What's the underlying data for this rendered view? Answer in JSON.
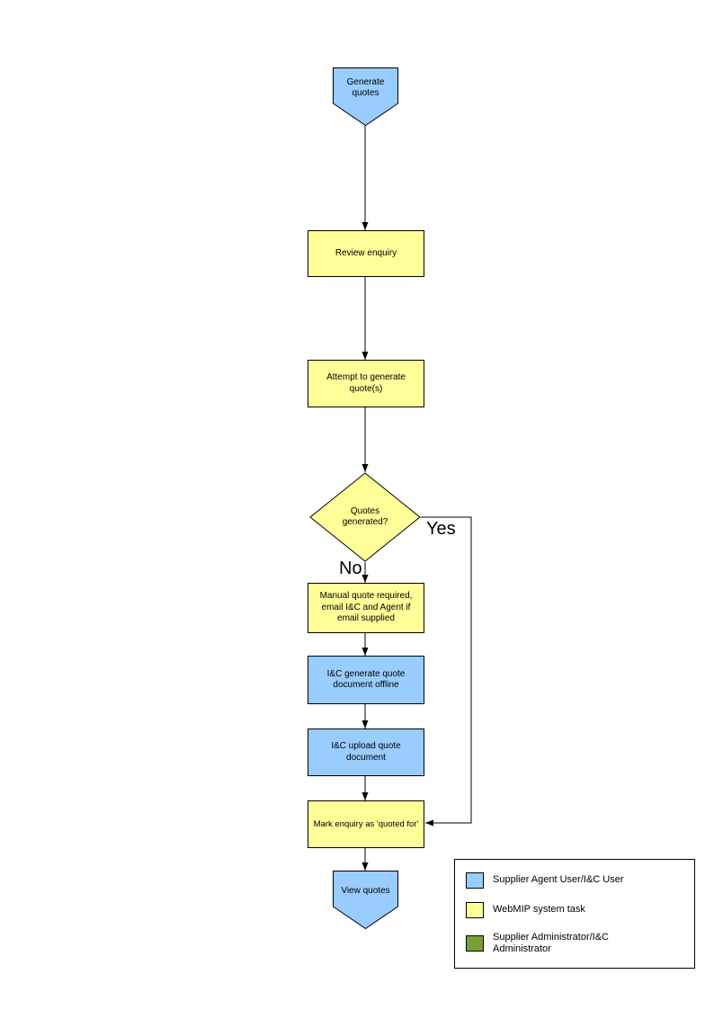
{
  "colors": {
    "user_task": "#99CCFF",
    "system_task": "#FFFF99",
    "admin_task": "#77A033",
    "line": "#000000"
  },
  "nodes": {
    "start": {
      "label": "Generate quotes"
    },
    "review": {
      "label": "Review enquiry"
    },
    "attempt": {
      "label": "Attempt to generate quote(s)"
    },
    "decision": {
      "label": "Quotes generated?"
    },
    "manual": {
      "label": "Manual quote required, email I&C and Agent if email supplied"
    },
    "generate_offline": {
      "label": "I&C generate quote document offline"
    },
    "upload": {
      "label": "I&C upload quote document"
    },
    "mark": {
      "label": "Mark enquiry as 'quoted for'"
    },
    "end": {
      "label": "View quotes"
    }
  },
  "edges": {
    "yes_label": "Yes",
    "no_label": "No"
  },
  "legend": {
    "items": [
      {
        "label": "Supplier Agent User/I&C User",
        "color": "#99CCFF"
      },
      {
        "label": "WebMIP system task",
        "color": "#FFFF99"
      },
      {
        "label": "Supplier Administrator/I&C Administrator",
        "color": "#77A033"
      }
    ]
  }
}
